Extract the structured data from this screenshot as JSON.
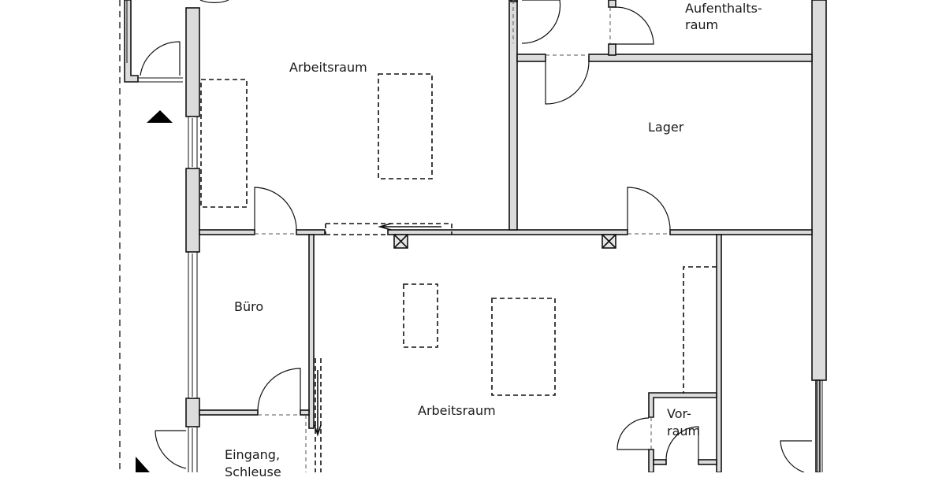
{
  "plan": {
    "colors": {
      "wall_fill": "#dcdcdc",
      "line": "#111111",
      "background": "#ffffff"
    },
    "rooms": [
      {
        "id": "arbeitsraum-1",
        "label": "Arbeitsraum"
      },
      {
        "id": "aufenthaltsraum",
        "label_line1": "Aufenthalts-",
        "label_line2": "raum"
      },
      {
        "id": "lager",
        "label": "Lager"
      },
      {
        "id": "buero",
        "label": "Büro"
      },
      {
        "id": "arbeitsraum-2",
        "label": "Arbeitsraum"
      },
      {
        "id": "vorraum",
        "label_line1": "Vor-",
        "label_line2": "raum"
      },
      {
        "id": "eingang",
        "label_line1": "Eingang,",
        "label_line2": "Schleuse"
      }
    ],
    "symbols": {
      "entrance_arrow_up": "triangle-up",
      "entrance_arrow_right": "triangle-right",
      "ventilation_shafts": 2
    }
  }
}
